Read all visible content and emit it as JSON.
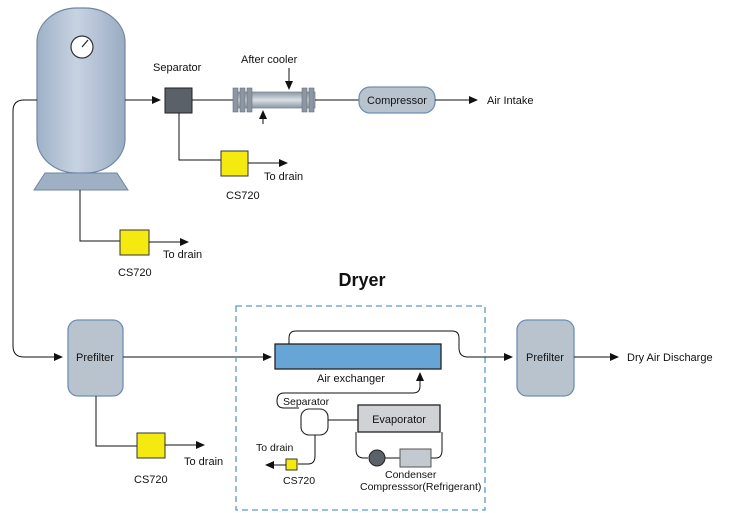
{
  "diagram": {
    "labels": {
      "separator_top": "Separator",
      "after_cooler": "After cooler",
      "compressor": "Compressor",
      "air_intake": "Air Intake",
      "to_drain_1": "To drain",
      "cs720_1": "CS720",
      "to_drain_2": "To drain",
      "cs720_2": "CS720",
      "dryer_title": "Dryer",
      "prefilter_left": "Prefilter",
      "prefilter_right": "Prefilter",
      "dry_air_discharge": "Dry Air Discharge",
      "air_exchanger": "Air exchanger",
      "separator_dryer": "Separator",
      "evaporator": "Evaporator",
      "to_drain_dryer": "To drain",
      "cs720_dryer": "CS720",
      "condenser": "Condenser",
      "compressor_refrigerant": "Compresssor(Refrigerant)",
      "to_drain_3": "To drain",
      "cs720_3": "CS720"
    },
    "colors": {
      "tank": "#b4c3d6",
      "tank_border": "#6f86a3",
      "component_fill": "#b9c3ce",
      "component_border": "#6d8fb3",
      "separator_fill": "#5a6169",
      "cs720_fill": "#f5ea10",
      "air_exchanger_fill": "#67a5d6",
      "evaporator_fill": "#d0d2d6",
      "dryer_border": "#5a9ac8",
      "line": "#111111"
    }
  }
}
